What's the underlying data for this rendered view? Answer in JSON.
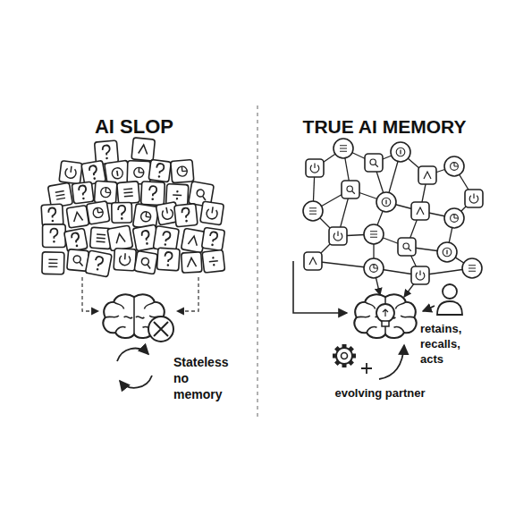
{
  "diagram": {
    "labels": [
      "AI SLOP",
      "TRUE AI MEMORY",
      "Stateless no memory",
      "retains, recalls, acts",
      "evolving partner"
    ]
  }
}
